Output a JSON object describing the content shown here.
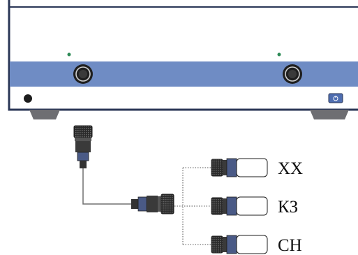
{
  "colors": {
    "panel_outline": "#2a3656",
    "band": "#6f8cc4",
    "foot": "#6e6e72",
    "led": "#2e8b57",
    "dark": "#1d1d1d",
    "cable": "#707070",
    "load_body": "#4a5a86"
  },
  "loads": [
    {
      "label": "XX",
      "icon": "open-load-icon"
    },
    {
      "label": "КЗ",
      "icon": "short-load-icon"
    },
    {
      "label": "СН",
      "icon": "matched-load-icon"
    }
  ],
  "icons": [
    "port-1-icon",
    "port-2-icon",
    "power-button-icon",
    "power-indicator-icon",
    "led-indicator-icon",
    "adapter-icon",
    "cable-icon"
  ]
}
